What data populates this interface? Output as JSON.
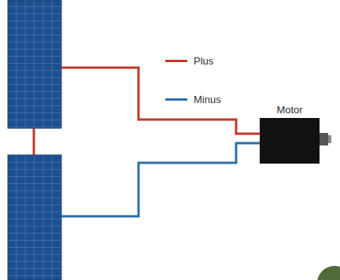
{
  "diagram": {
    "nodes": [
      {
        "text": [
          "Motor"
        ]
      }
    ],
    "legend": [
      {
        "text": "Plus"
      },
      {
        "text": "Minus"
      }
    ]
  }
}
